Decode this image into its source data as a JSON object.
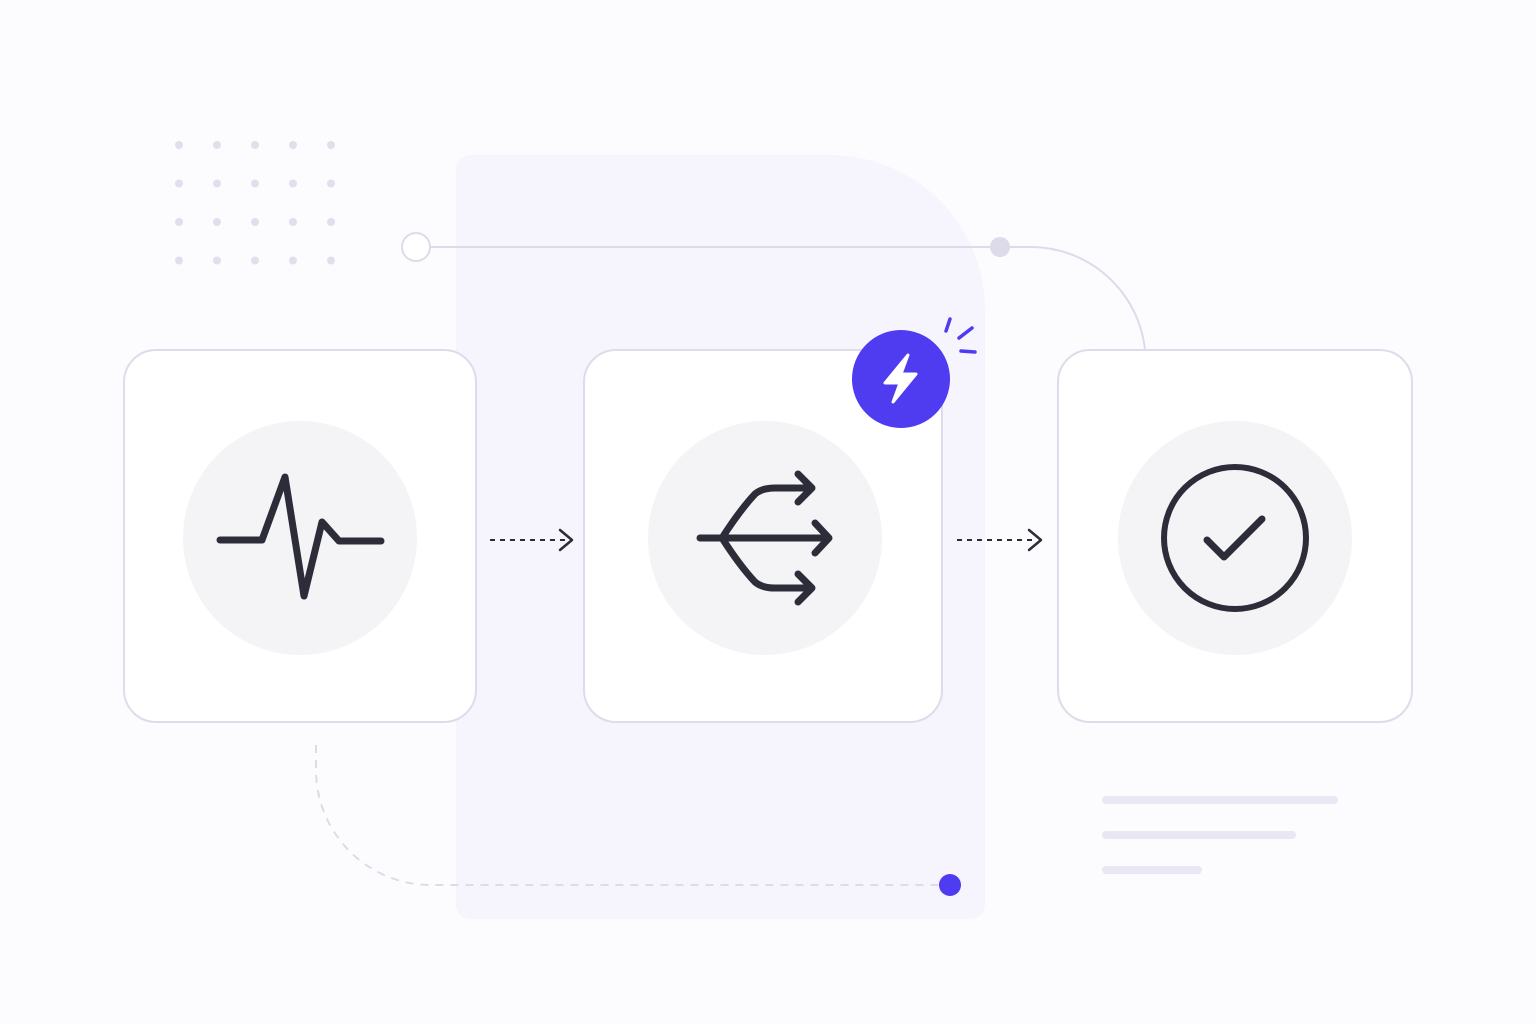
{
  "colors": {
    "background": "#fcfcfe",
    "panel": "#f6f5fd",
    "card_fill": "#ffffff",
    "card_border": "#dedcea",
    "icon_circle": "#f4f4f7",
    "icon_stroke": "#2c2d39",
    "accent": "#4f3bf0",
    "connector": "#dddbea",
    "dot_grid": "#e1dfec"
  },
  "flow": {
    "steps": [
      {
        "id": "monitor",
        "icon": "pulse-icon"
      },
      {
        "id": "route",
        "icon": "split-arrows-icon",
        "badge_icon": "lightning-icon"
      },
      {
        "id": "complete",
        "icon": "check-circle-icon"
      }
    ]
  },
  "text_placeholder_lines": 3
}
